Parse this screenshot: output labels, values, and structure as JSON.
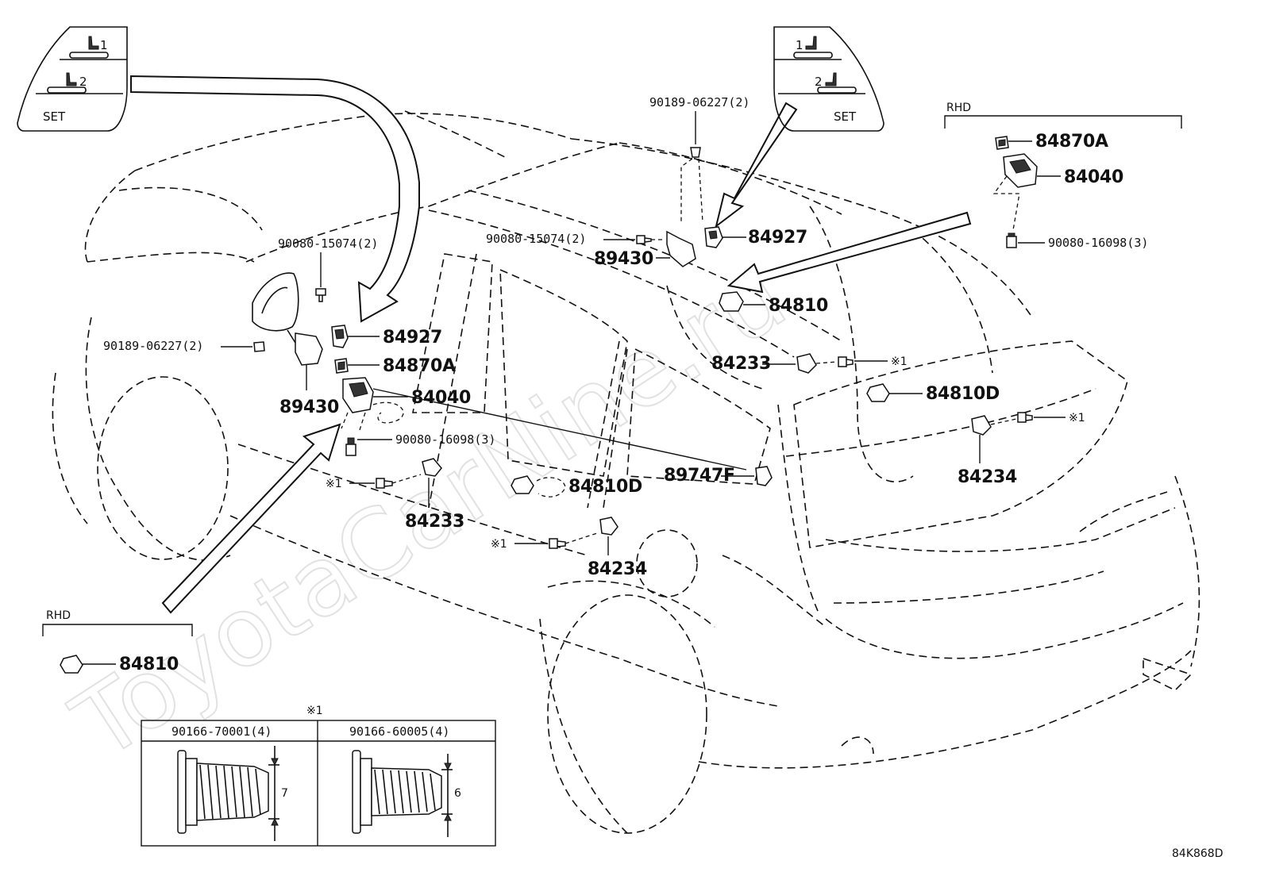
{
  "watermark": "ToyotaCarNine.ru",
  "diagram_code": "84K868D",
  "switch_panel": {
    "btn1": "1",
    "btn2": "2",
    "set": "SET"
  },
  "rhd_label": "RHD",
  "labels": {
    "p90189_top": "90189-06227(2)",
    "p90080_15074_top": "90080-15074(2)",
    "p89430_top": "89430",
    "p84927_top": "84927",
    "p84810_top": "84810",
    "p84870A_rhd": "84870A",
    "p84040_rhd": "84040",
    "p90080_16098_rhd": "90080-16098(3)",
    "p90080_15074_left": "90080-15074(2)",
    "p90189_left": "90189-06227(2)",
    "p84927_left": "84927",
    "p84870A_left": "84870A",
    "p84040_left": "84040",
    "p89430_left": "89430",
    "p90080_16098_left": "90080-16098(3)",
    "ref_84233_left": "※1",
    "p84233_left": "84233",
    "p84810D_mid": "84810D",
    "ref_84234_mid": "※1",
    "p84234_mid": "84234",
    "p89747F": "89747F",
    "p84233_right": "84233",
    "ref_84233_right": "※1",
    "p84810D_right": "84810D",
    "ref_84234_right": "※1",
    "p84234_right": "84234",
    "p84810_rhd": "84810"
  },
  "bolt_table": {
    "ref": "※1",
    "col1": "90166-70001(4)",
    "col2": "90166-60005(4)",
    "dim1": "7",
    "dim2": "6"
  }
}
